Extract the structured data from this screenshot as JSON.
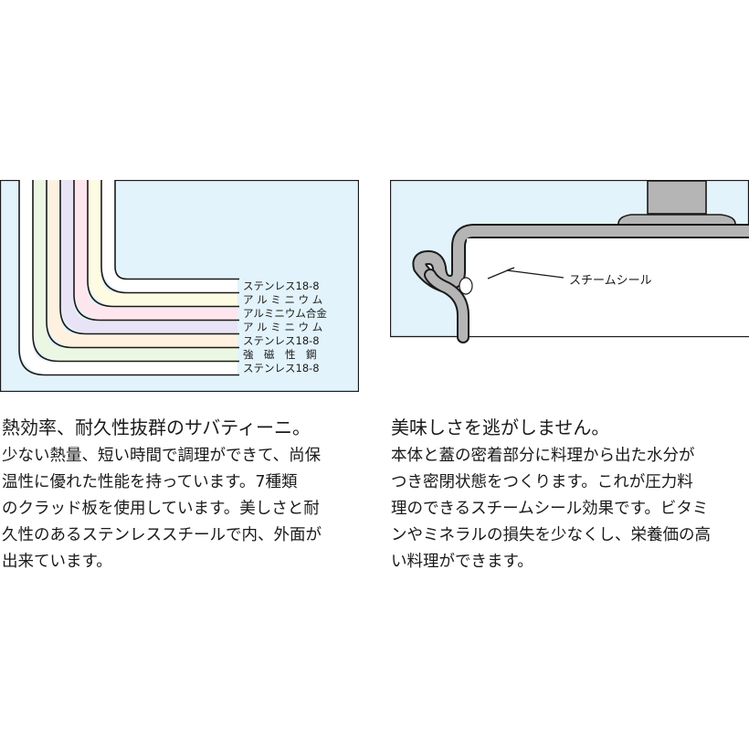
{
  "layers_diagram": {
    "labels": [
      "ステンレス18-8",
      "アルミニウム",
      "アルミニウム合金",
      "アルミニウム",
      "ステンレス18-8",
      "強磁性鋼",
      "ステンレス18-8"
    ],
    "label_lines": [
      "ステンレス18-8",
      "ア ル ミ ニ ウ ム",
      "アルミニウム合金",
      "ア ル ミ ニ ウ ム",
      "ステンレス18-8",
      "強　磁　性　鋼",
      "ステンレス18-8"
    ],
    "colors": {
      "background": "#e3f3fb",
      "layer_aluminium_1": "#fefbe3",
      "layer_alloy": "#fde6ee",
      "layer_aluminium_2": "#e8e4f5",
      "layer_stainless_mid": "#fff1e0",
      "layer_magnetic": "#ebf7e3"
    }
  },
  "steam_diagram": {
    "label": "スチームシール",
    "colors": {
      "background": "#e3f3fb",
      "metal": "#b5b5b5",
      "interior": "#ffffff"
    }
  },
  "left_block": {
    "title": "熱効率、耐久性抜群のサバティーニ。",
    "lines": [
      "少ない熱量、短い時間で調理ができて、尚保",
      "温性に優れた性能を持っています。7種類",
      "のクラッド板を使用しています。美しさと耐",
      "久性のあるステンレススチールで内、外面が",
      "出来ています。"
    ]
  },
  "right_block": {
    "title": "美味しさを逃がしません。",
    "lines": [
      "本体と蓋の密着部分に料理から出た水分が",
      "つき密閉状態をつくります。これが圧力料",
      "理のできるスチームシール効果です。ビタミ",
      "ンやミネラルの損失を少なくし、栄養価の高",
      "い料理ができます。"
    ]
  }
}
